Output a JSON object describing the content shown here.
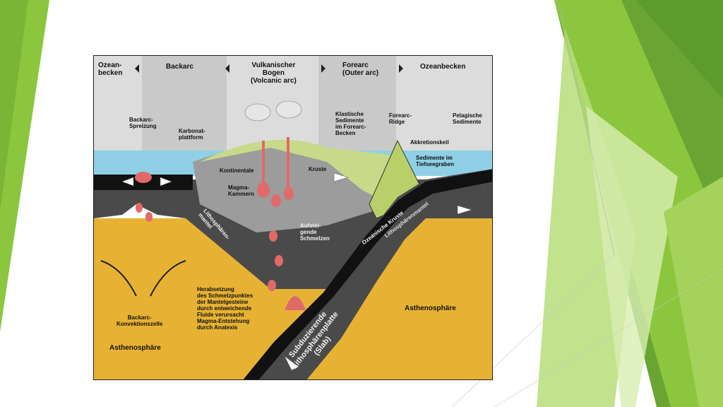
{
  "slide": {
    "colors": {
      "green_dark": "#5c9b2c",
      "green_mid": "#8cc63f",
      "green_light": "#b7dd7a",
      "green_pale": "#d8edb3"
    }
  },
  "diagram": {
    "colors": {
      "header_gray": "#d8d8d8",
      "header_band": "#c6c6c6",
      "sea": "#8fd0e6",
      "asthenosphere": "#e7b234",
      "lithosphere": "#4a4a4a",
      "crust": "#9c9c9c",
      "sediment_green": "#c9d98a",
      "magma": "#e06a6a",
      "plate_black": "#111111"
    },
    "header": [
      {
        "id": "ozeanbecken-left",
        "text": "Ozean-\nbecken"
      },
      {
        "id": "backarc",
        "text": "Backarc"
      },
      {
        "id": "vulkanischer-bogen",
        "text": "Vulkanischer\nBogen\n(Volcanic arc)"
      },
      {
        "id": "forearc",
        "text": "Forearc\n(Outer arc)"
      },
      {
        "id": "ozeanbecken-right",
        "text": "Ozeanbecken"
      }
    ],
    "labels": {
      "backarc_spreizung": "Backarc-\nSpreizung",
      "karbonat": "Karbonat-\nplattform",
      "klastische": "Klastische\nSedimente\nim Forearc-\nBecken",
      "forearc_ridge": "Forearc-\nRidge",
      "akkretionskeil": "Akkretionskeil",
      "pelagische": "Pelagische\nSedimente",
      "sedimente_tiefsee": "Sedimente im\nTiefseegraben",
      "kontinentale": "Kontinentale",
      "kruste": "Kruste",
      "magmakammern": "Magma-\nKammern",
      "lithosphaeren_mantel": "Lithosphären-\nmantel",
      "aufsteigende": "Aufstei-\ngende\nSchmelzen",
      "ozeanische_kruste": "Ozeanische Kruste",
      "lithosphaerenmantel_right": "Lithosphärenmantel",
      "herabsetzung": "Herabsetzung\ndes Schmelzpunktes\nder Mantelgesteine\ndurch entweichende\nFluide verursacht\nMagma-Entstehung\ndurch Anatexis",
      "backarc_konvektion": "Backarc-\nKonvektionszelle",
      "asthenosphaere_left": "Asthenosphäre",
      "asthenosphaere_right": "Asthenosphäre",
      "subduzierende": "Subduzierende\nLithosphärenplatte\n(Slab)"
    }
  }
}
